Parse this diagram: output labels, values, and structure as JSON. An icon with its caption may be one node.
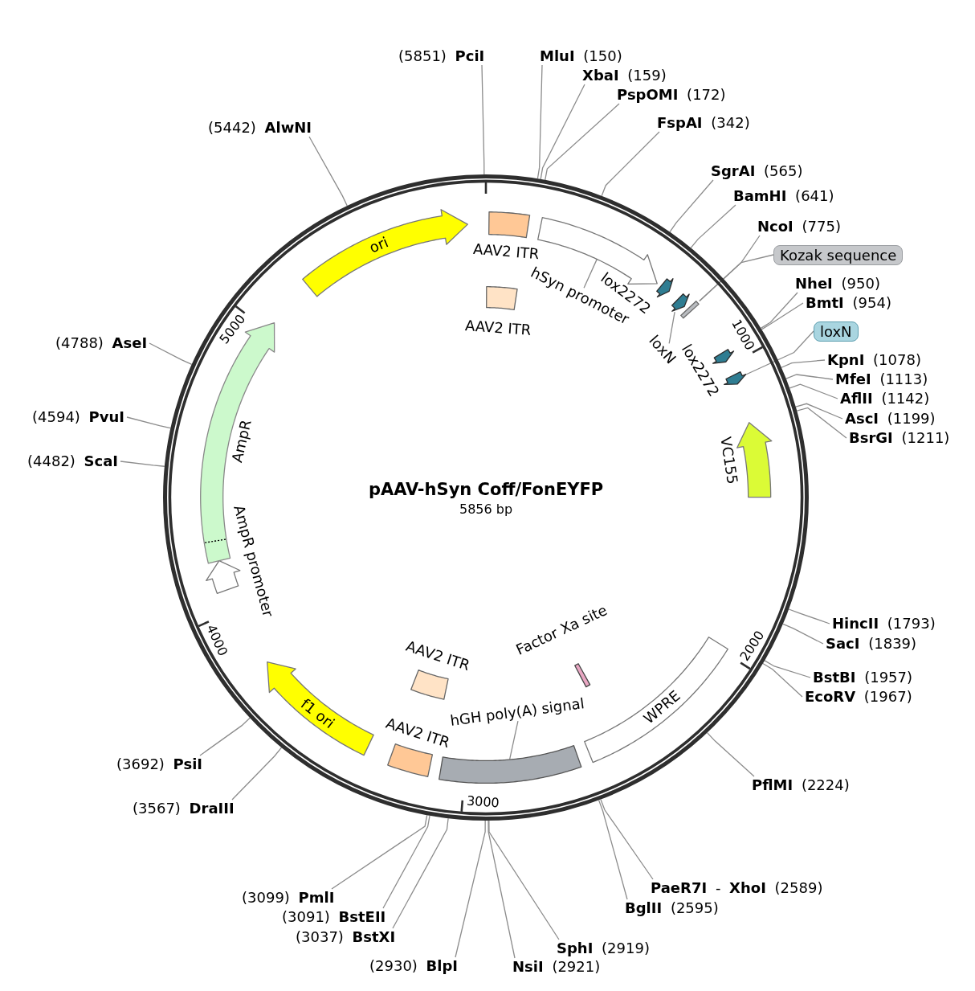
{
  "diagram": {
    "title": "pAAV-hSyn Coff/FonEYFP",
    "nodes": [
      {
        "text": [],
        "shape": "circle"
      },
      {
        "text": [
          "ori"
        ],
        "in": 0
      },
      {
        "text": [
          "AAV2 ITR"
        ],
        "in": 0
      },
      {
        "text": [],
        "shape": "arrow",
        "in": 0
      },
      {
        "text": [
          "hSyn promoter"
        ],
        "in": 0
      },
      {
        "text": [
          "AAV2 ITR"
        ],
        "in": 0
      },
      {
        "text": [
          "lox2272"
        ],
        "in": 0
      },
      {
        "text": [],
        "shape": "arrow",
        "in": 0
      },
      {
        "text": [
          "loxN"
        ],
        "in": 0
      },
      {
        "text": [],
        "shape": "bar",
        "in": 0
      },
      {
        "text": [
          "lox2272"
        ],
        "in": 0
      },
      {
        "text": [],
        "shape": "arrow",
        "in": 0
      },
      {
        "text": [
          "VC155"
        ],
        "in": 0
      },
      {
        "text": [
          "WPRE"
        ],
        "in": 0
      },
      {
        "text": [
          "Factor Xa site"
        ],
        "in": 0
      },
      {
        "text": [],
        "shape": "box",
        "in": 0
      },
      {
        "text": [
          "hGH poly(A) signal"
        ],
        "in": 0
      },
      {
        "text": [
          "AAV2 ITR"
        ],
        "in": 0
      },
      {
        "text": [
          "AAV2 ITR"
        ],
        "in": 0
      },
      {
        "text": [
          "f1 ori"
        ],
        "in": 0
      },
      {
        "text": [
          "AmpR promoter"
        ],
        "in": 0
      },
      {
        "text": [
          "AmpR"
        ],
        "in": 0
      },
      {
        "text": [
          "(5851) **PciI**"
        ]
      },
      {
        "text": [
          "**MluI** (150)"
        ]
      },
      {
        "text": [
          "**XbaI** (159)"
        ]
      },
      {
        "text": [
          "**PspOMI** (172)"
        ]
      },
      {
        "text": [
          "**FspAI** (342)"
        ]
      },
      {
        "text": [
          "**SgrAI** (565)"
        ]
      },
      {
        "text": [
          "**BamHI** (641)"
        ]
      },
      {
        "text": [
          "**NcoI** (775)"
        ]
      },
      {
        "text": [
          "Kozak sequence"
        ]
      },
      {
        "text": [
          "**NheI** (950)"
        ]
      },
      {
        "text": [
          "**BmtI** (954)"
        ]
      },
      {
        "text": [
          "loxN"
        ]
      },
      {
        "text": [
          "**KpnI** (1078)"
        ]
      },
      {
        "text": [
          "**MfeI** (1113)"
        ]
      },
      {
        "text": [
          "**AflII** (1142)"
        ]
      },
      {
        "text": [
          "**AscI** (1199)"
        ]
      },
      {
        "text": [
          "**BsrGI** (1211)"
        ]
      },
      {
        "text": [
          "**HincII** (1793)"
        ]
      },
      {
        "text": [
          "**SacI** (1839)"
        ]
      },
      {
        "text": [
          "**BstBI** (1957)"
        ]
      },
      {
        "text": [
          "**EcoRV** (1967)"
        ]
      },
      {
        "text": [
          "**PflMI** (2224)"
        ]
      },
      {
        "text": [
          "**PaeR7I** - **XhoI** (2589)"
        ]
      },
      {
        "text": [
          "**BglII** (2595)"
        ]
      },
      {
        "text": [
          "**SphI** (2919)"
        ]
      },
      {
        "text": [
          "**NsiI** (2921)"
        ]
      },
      {
        "text": [
          "(2930) **BlpI**"
        ]
      },
      {
        "text": [
          "(3037) **BstXI**"
        ]
      },
      {
        "text": [
          "(3091) **BstEII**"
        ]
      },
      {
        "text": [
          "(3099) **PmlI**"
        ]
      },
      {
        "text": [
          "(3567) **DraIII**"
        ]
      },
      {
        "text": [
          "(3692) **PsiI**"
        ]
      },
      {
        "text": [
          "(4482) **ScaI**"
        ]
      },
      {
        "text": [
          "(4594) **PvuI**"
        ]
      },
      {
        "text": [
          "(4788) **AseI**"
        ]
      },
      {
        "text": [
          "(5442) **AlwNI**"
        ]
      }
    ],
    "edges": [
      {
        "from": 4,
        "to": 3,
        "arrow": "none"
      },
      {
        "from": 8,
        "to": 7,
        "arrow": "none"
      },
      {
        "from": 16,
        "to": 15,
        "arrow": "none"
      },
      {
        "from": 22,
        "to": 0,
        "arrow": "none"
      },
      {
        "from": 23,
        "to": 0,
        "arrow": "none"
      },
      {
        "from": 24,
        "to": 0,
        "arrow": "none"
      },
      {
        "from": 25,
        "to": 0,
        "arrow": "none"
      },
      {
        "from": 26,
        "to": 0,
        "arrow": "none"
      },
      {
        "from": 27,
        "to": 0,
        "arrow": "none"
      },
      {
        "from": 28,
        "to": 0,
        "arrow": "none"
      },
      {
        "from": 29,
        "to": 9,
        "arrow": "none"
      },
      {
        "from": 30,
        "to": 9,
        "arrow": "none"
      },
      {
        "from": 31,
        "to": 0,
        "arrow": "none"
      },
      {
        "from": 32,
        "to": 0,
        "arrow": "none"
      },
      {
        "from": 33,
        "to": 11,
        "arrow": "none"
      },
      {
        "from": 34,
        "to": 0,
        "arrow": "none"
      },
      {
        "from": 35,
        "to": 0,
        "arrow": "none"
      },
      {
        "from": 36,
        "to": 0,
        "arrow": "none"
      },
      {
        "from": 37,
        "to": 0,
        "arrow": "none"
      },
      {
        "from": 38,
        "to": 0,
        "arrow": "none"
      },
      {
        "from": 39,
        "to": 0,
        "arrow": "none"
      },
      {
        "from": 40,
        "to": 0,
        "arrow": "none"
      },
      {
        "from": 41,
        "to": 0,
        "arrow": "none"
      },
      {
        "from": 42,
        "to": 0,
        "arrow": "none"
      },
      {
        "from": 43,
        "to": 0,
        "arrow": "none"
      },
      {
        "from": 44,
        "to": 0,
        "arrow": "none"
      },
      {
        "from": 45,
        "to": 0,
        "arrow": "none"
      },
      {
        "from": 46,
        "to": 0,
        "arrow": "none"
      },
      {
        "from": 47,
        "to": 0,
        "arrow": "none"
      },
      {
        "from": 48,
        "to": 0,
        "arrow": "none"
      },
      {
        "from": 49,
        "to": 0,
        "arrow": "none"
      },
      {
        "from": 50,
        "to": 0,
        "arrow": "none"
      },
      {
        "from": 51,
        "to": 0,
        "arrow": "none"
      },
      {
        "from": 52,
        "to": 0,
        "arrow": "none"
      },
      {
        "from": 53,
        "to": 0,
        "arrow": "none"
      },
      {
        "from": 54,
        "to": 0,
        "arrow": "none"
      },
      {
        "from": 55,
        "to": 0,
        "arrow": "none"
      },
      {
        "from": 56,
        "to": 0,
        "arrow": "none"
      },
      {
        "from": 57,
        "to": 0,
        "arrow": "none"
      }
    ],
    "labels": [
      "5856 bp",
      "1000",
      "2000",
      "3000",
      "4000",
      "5000"
    ]
  }
}
